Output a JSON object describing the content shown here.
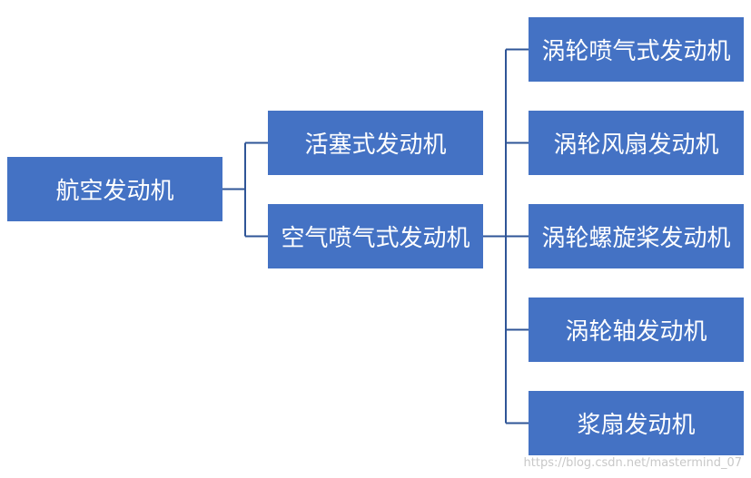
{
  "diagram": {
    "root": {
      "label": "航空发动机"
    },
    "level1": [
      {
        "label": "活塞式发动机"
      },
      {
        "label": "空气喷气式发动机"
      }
    ],
    "level2": [
      {
        "label": "涡轮喷气式发动机"
      },
      {
        "label": "涡轮风扇发动机"
      },
      {
        "label": "涡轮螺旋桨发动机"
      },
      {
        "label": "涡轮轴发动机"
      },
      {
        "label": "浆扇发动机"
      }
    ],
    "colors": {
      "node_fill": "#4472c4",
      "node_text": "#ffffff",
      "connector": "#2f5597"
    }
  },
  "watermark": "https://blog.csdn.net/mastermind_07"
}
